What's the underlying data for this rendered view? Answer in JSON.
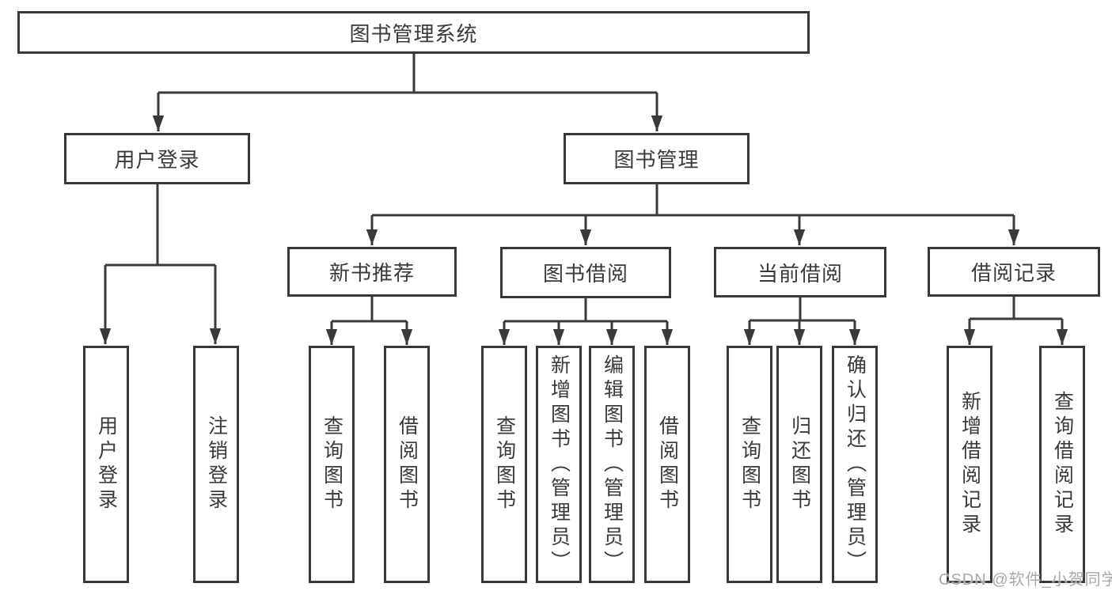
{
  "diagram_title": "图书管理系统",
  "tree": {
    "root": {
      "label": "图书管理系统"
    },
    "branches": [
      {
        "label": "用户登录",
        "children": [
          "用户登录",
          "注销登录"
        ]
      },
      {
        "label": "图书管理",
        "sections": [
          {
            "label": "新书推荐",
            "children": [
              "查询图书",
              "借阅图书"
            ]
          },
          {
            "label": "图书借阅",
            "children": [
              "查询图书",
              "新增图书（管理员）",
              "编辑图书（管理员）",
              "借阅图书"
            ]
          },
          {
            "label": "当前借阅",
            "children": [
              "查询图书",
              "归还图书",
              "确认归还（管理员）"
            ]
          },
          {
            "label": "借阅记录",
            "children": [
              "新增借阅记录",
              "查询借阅记录"
            ]
          }
        ]
      }
    ]
  },
  "watermark": "CSDN @软件_小贺同学",
  "colors": {
    "line": "#3a3a3a",
    "border": "#383838",
    "text": "#3a3a3a",
    "watermark": "#a9a9a9",
    "background": "#ffffff"
  }
}
